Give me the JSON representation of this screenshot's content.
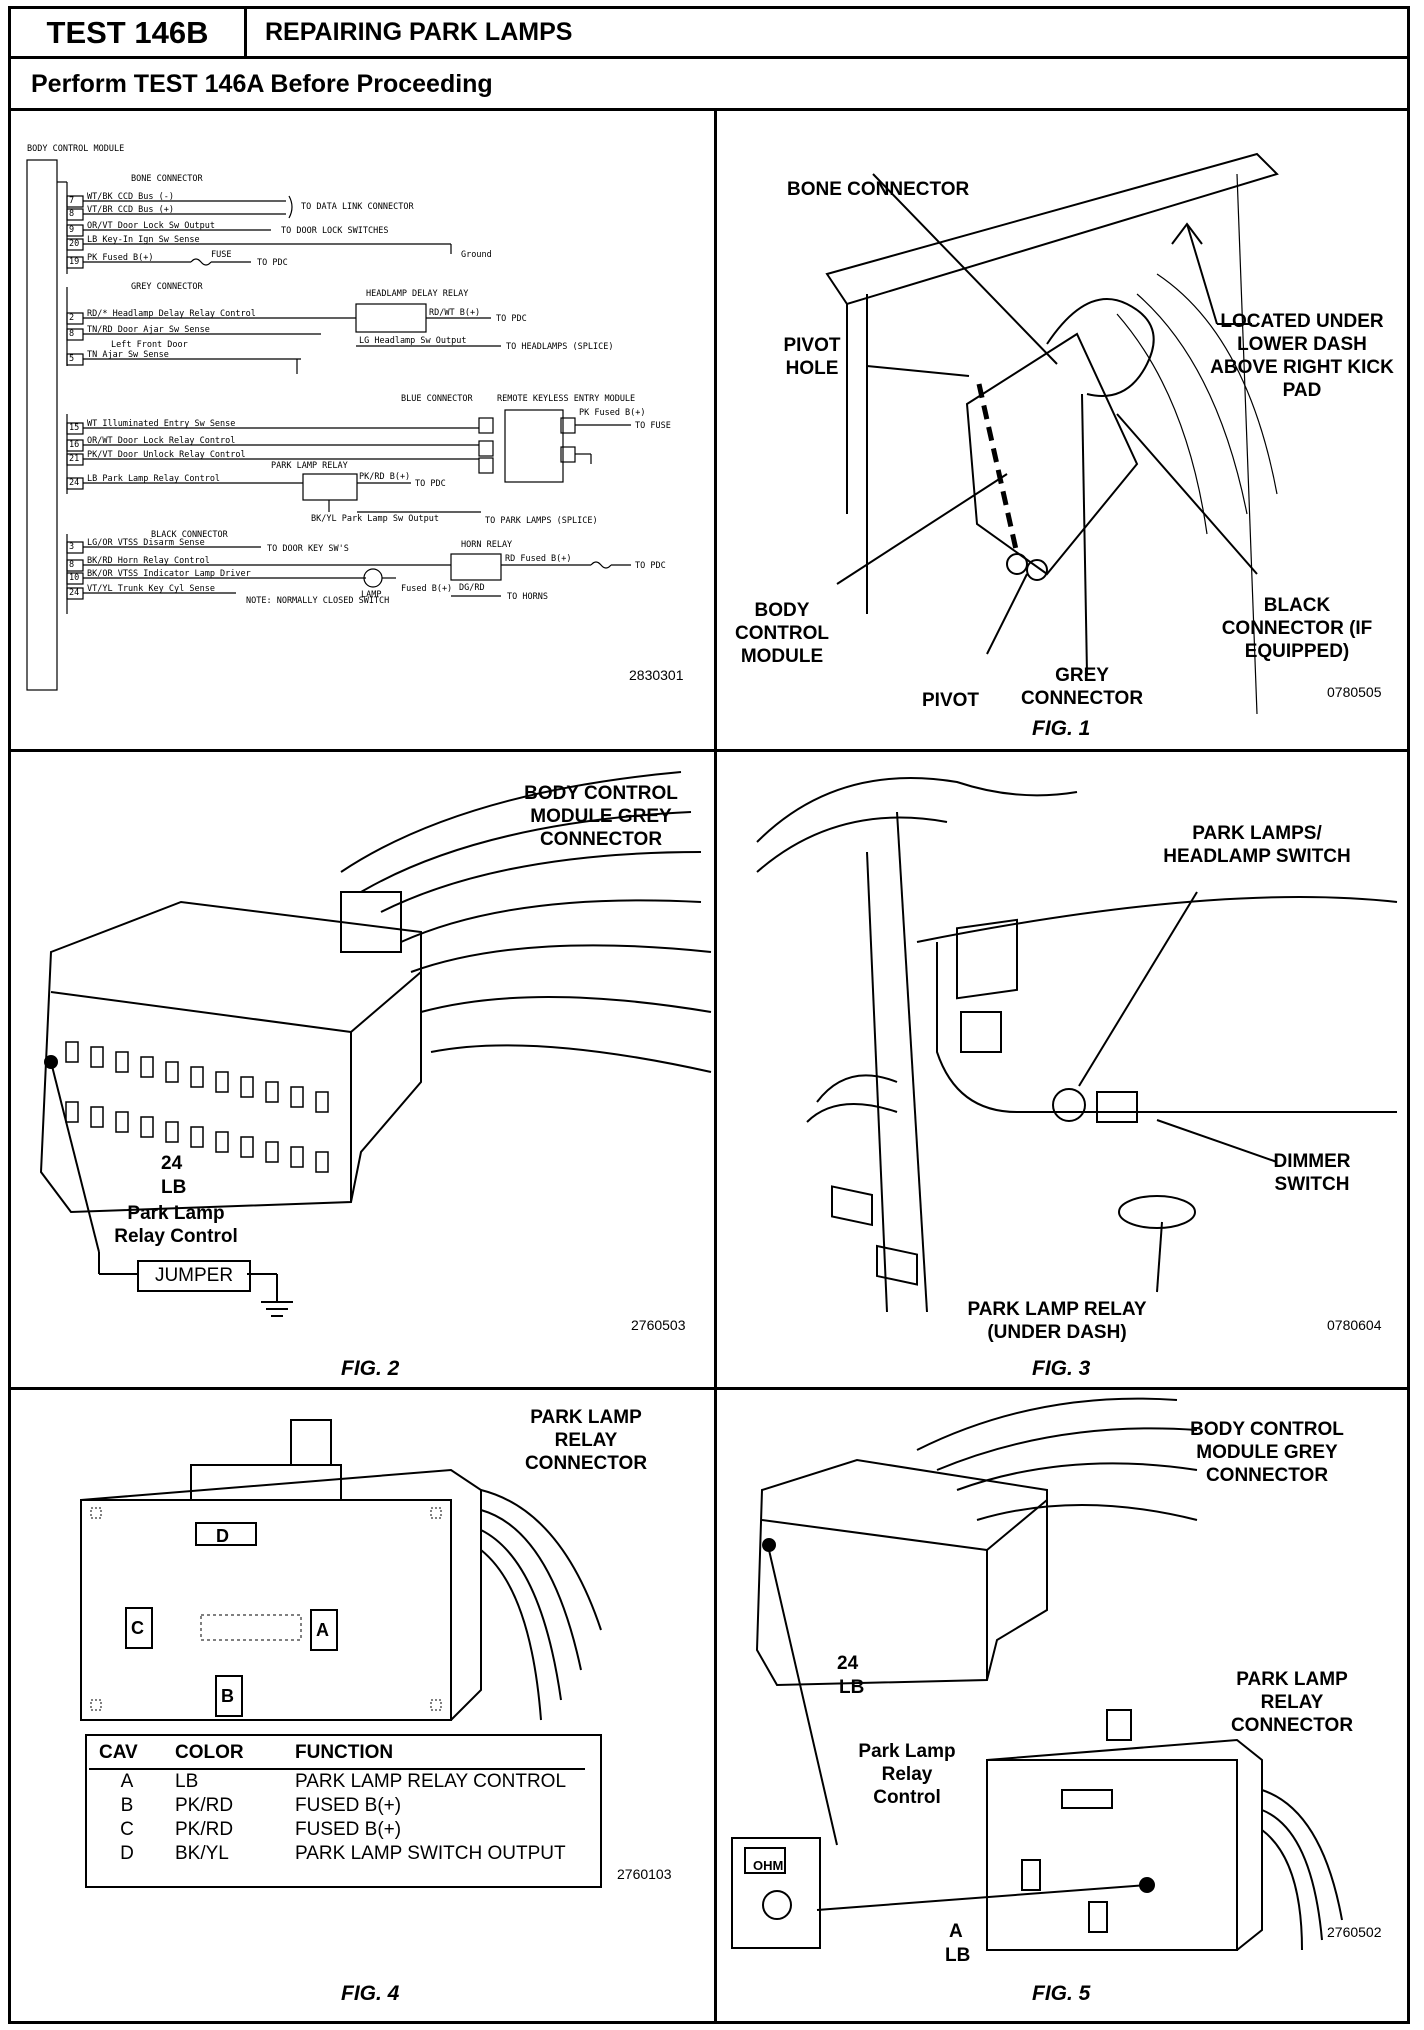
{
  "header": {
    "test_id": "TEST 146B",
    "title": "REPAIRING PARK LAMPS",
    "prereq": "Perform TEST 146A Before Proceeding"
  },
  "schematic": {
    "module_label": "BODY CONTROL MODULE",
    "bone_connector": "BONE CONNECTOR",
    "grey_connector": "GREY CONNECTOR",
    "black_connector": "BLACK CONNECTOR",
    "blue_connector": "BLUE CONNECTOR",
    "rke_module": "REMOTE KEYLESS ENTRY MODULE",
    "headlamp_relay": "HEADLAMP DELAY RELAY",
    "park_relay": "PARK LAMP RELAY",
    "horn_relay": "HORN RELAY",
    "pins": [
      {
        "pin": "7",
        "text": "WT/BK CCD Bus (-)"
      },
      {
        "pin": "8",
        "text": "VT/BR CCD Bus (+)"
      },
      {
        "pin": "9",
        "text": "OR/VT Door Lock Sw Output"
      },
      {
        "pin": "20",
        "text": "LB Key-In Ign Sw Sense"
      },
      {
        "pin": "19",
        "text": "PK Fused B(+)"
      },
      {
        "pin": "2",
        "text": "RD/* Headlamp Delay Relay Control"
      },
      {
        "pin": "8",
        "text": "TN/RD Door Ajar Sw Sense"
      },
      {
        "pin": "5",
        "text": "TN Ajar Sw Sense"
      },
      {
        "pin": "15",
        "text": "WT Illuminated Entry Sw Sense"
      },
      {
        "pin": "16",
        "text": "OR/WT Door Lock Relay Control"
      },
      {
        "pin": "21",
        "text": "PK/VT Door Unlock Relay Control"
      },
      {
        "pin": "24",
        "text": "LB Park Lamp Relay Control"
      },
      {
        "pin": "3",
        "text": "LG/OR VTSS Disarm Sense"
      },
      {
        "pin": "8",
        "text": "BK/RD Horn Relay Control"
      },
      {
        "pin": "10",
        "text": "BK/OR VTSS Indicator Lamp Driver"
      },
      {
        "pin": "24",
        "text": "VT/YL Trunk Key Cyl Sense"
      }
    ],
    "notes": {
      "data_link": "TO DATA LINK CONNECTOR",
      "door_lock_sw": "TO DOOR LOCK SWITCHES",
      "ground": "Ground",
      "fuse": "FUSE",
      "to_pdc": "TO PDC",
      "rd_wt": "RD/WT B(+)",
      "lg_out": "LG Headlamp Sw Output",
      "to_headlamps": "TO HEADLAMPS (SPLICE)",
      "left_front_door": "Left Front Door",
      "pk_fused": "PK Fused B(+)",
      "to_fuse": "TO FUSE",
      "pk_rd": "PK/RD B(+)",
      "bk_yl": "BK/YL Park Lamp Sw Output",
      "to_park_lamps": "TO PARK LAMPS (SPLICE)",
      "to_door_key": "TO DOOR KEY SW'S",
      "rd_fused": "RD Fused B(+)",
      "dg_rd": "DG/RD",
      "to_horns": "TO HORNS",
      "lamp": "LAMP",
      "normally_closed": "NOTE: NORMALLY CLOSED SWITCH",
      "fused_b": "Fused B(+)"
    },
    "code": "2830301"
  },
  "fig1": {
    "caption": "FIG. 1",
    "bone": "BONE CONNECTOR",
    "pivot_hole": "PIVOT HOLE",
    "located": "LOCATED UNDER LOWER DASH ABOVE RIGHT KICK PAD",
    "bcm": "BODY CONTROL MODULE",
    "pivot": "PIVOT",
    "grey": "GREY CONNECTOR",
    "black": "BLACK CONNECTOR (IF EQUIPPED)",
    "code": "0780505"
  },
  "fig2": {
    "caption": "FIG. 2",
    "title": "BODY CONTROL MODULE GREY CONNECTOR",
    "pin": "24",
    "color": "LB",
    "circuit": "Park Lamp Relay Control",
    "jumper": "JUMPER",
    "code": "2760503"
  },
  "fig3": {
    "caption": "FIG. 3",
    "switch": "PARK LAMPS/ HEADLAMP SWITCH",
    "dimmer": "DIMMER SWITCH",
    "relay": "PARK LAMP RELAY (UNDER DASH)",
    "code": "0780604"
  },
  "fig4": {
    "caption": "FIG. 4",
    "title": "PARK LAMP RELAY CONNECTOR",
    "cavities": [
      "A",
      "B",
      "C",
      "D"
    ],
    "table": {
      "headers": [
        "CAV",
        "COLOR",
        "FUNCTION"
      ],
      "rows": [
        [
          "A",
          "LB",
          "PARK LAMP RELAY CONTROL"
        ],
        [
          "B",
          "PK/RD",
          "FUSED B(+)"
        ],
        [
          "C",
          "PK/RD",
          "FUSED B(+)"
        ],
        [
          "D",
          "BK/YL",
          "PARK LAMP SWITCH OUTPUT"
        ]
      ]
    },
    "code": "2760103"
  },
  "fig5": {
    "caption": "FIG. 5",
    "title": "BODY CONTROL MODULE GREY CONNECTOR",
    "pin": "24",
    "color": "LB",
    "park_relay": "PARK LAMP RELAY CONNECTOR",
    "circuit": "Park Lamp Relay Control",
    "cav": "A",
    "cav_color": "LB",
    "meter": "OHM",
    "code": "2760502"
  }
}
